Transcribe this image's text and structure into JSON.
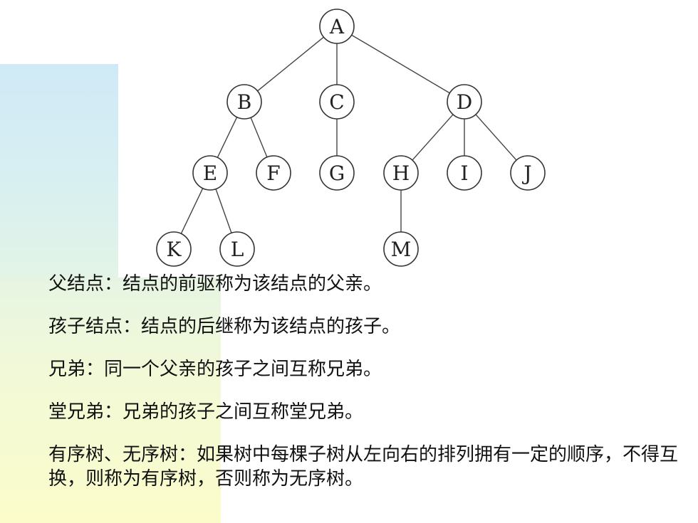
{
  "tree": {
    "nodes": [
      {
        "id": "A",
        "label": "A"
      },
      {
        "id": "B",
        "label": "B"
      },
      {
        "id": "C",
        "label": "C"
      },
      {
        "id": "D",
        "label": "D"
      },
      {
        "id": "E",
        "label": "E"
      },
      {
        "id": "F",
        "label": "F"
      },
      {
        "id": "G",
        "label": "G"
      },
      {
        "id": "H",
        "label": "H"
      },
      {
        "id": "I",
        "label": "I"
      },
      {
        "id": "J",
        "label": "J"
      },
      {
        "id": "K",
        "label": "K"
      },
      {
        "id": "L",
        "label": "L"
      },
      {
        "id": "M",
        "label": "M"
      }
    ],
    "edges": [
      [
        "A",
        "B"
      ],
      [
        "A",
        "C"
      ],
      [
        "A",
        "D"
      ],
      [
        "B",
        "E"
      ],
      [
        "B",
        "F"
      ],
      [
        "C",
        "G"
      ],
      [
        "D",
        "H"
      ],
      [
        "D",
        "I"
      ],
      [
        "D",
        "J"
      ],
      [
        "E",
        "K"
      ],
      [
        "E",
        "L"
      ],
      [
        "H",
        "M"
      ]
    ]
  },
  "definitions": [
    {
      "text": "父结点：结点的前驱称为该结点的父亲。"
    },
    {
      "text": "孩子结点：结点的后继称为该结点的孩子。"
    },
    {
      "text": "兄弟：同一个父亲的孩子之间互称兄弟。"
    },
    {
      "text": "堂兄弟：兄弟的孩子之间互称堂兄弟。"
    },
    {
      "text": "有序树、无序树：如果树中每棵子树从左向右的排列拥有一定的顺序，不得互换，则称为有序树，否则称为无序树。"
    }
  ]
}
